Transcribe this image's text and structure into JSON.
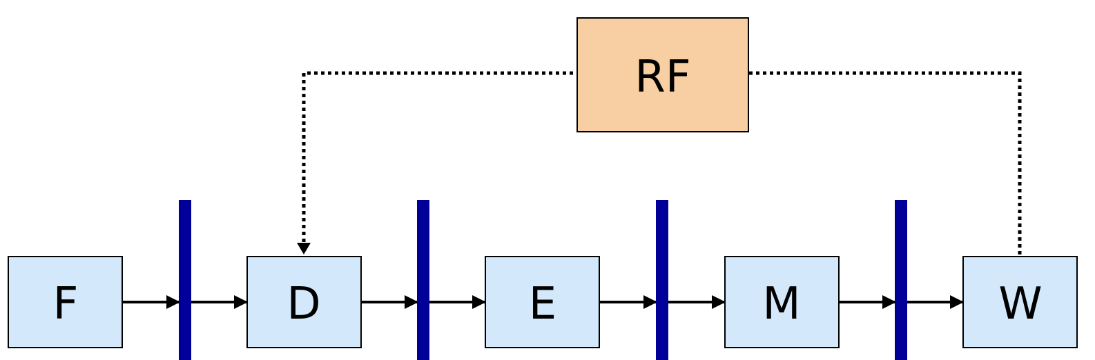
{
  "diagram": {
    "register_file": {
      "label": "RF"
    },
    "stages": [
      {
        "label": "F"
      },
      {
        "label": "D"
      },
      {
        "label": "E"
      },
      {
        "label": "M"
      },
      {
        "label": "W"
      }
    ]
  }
}
